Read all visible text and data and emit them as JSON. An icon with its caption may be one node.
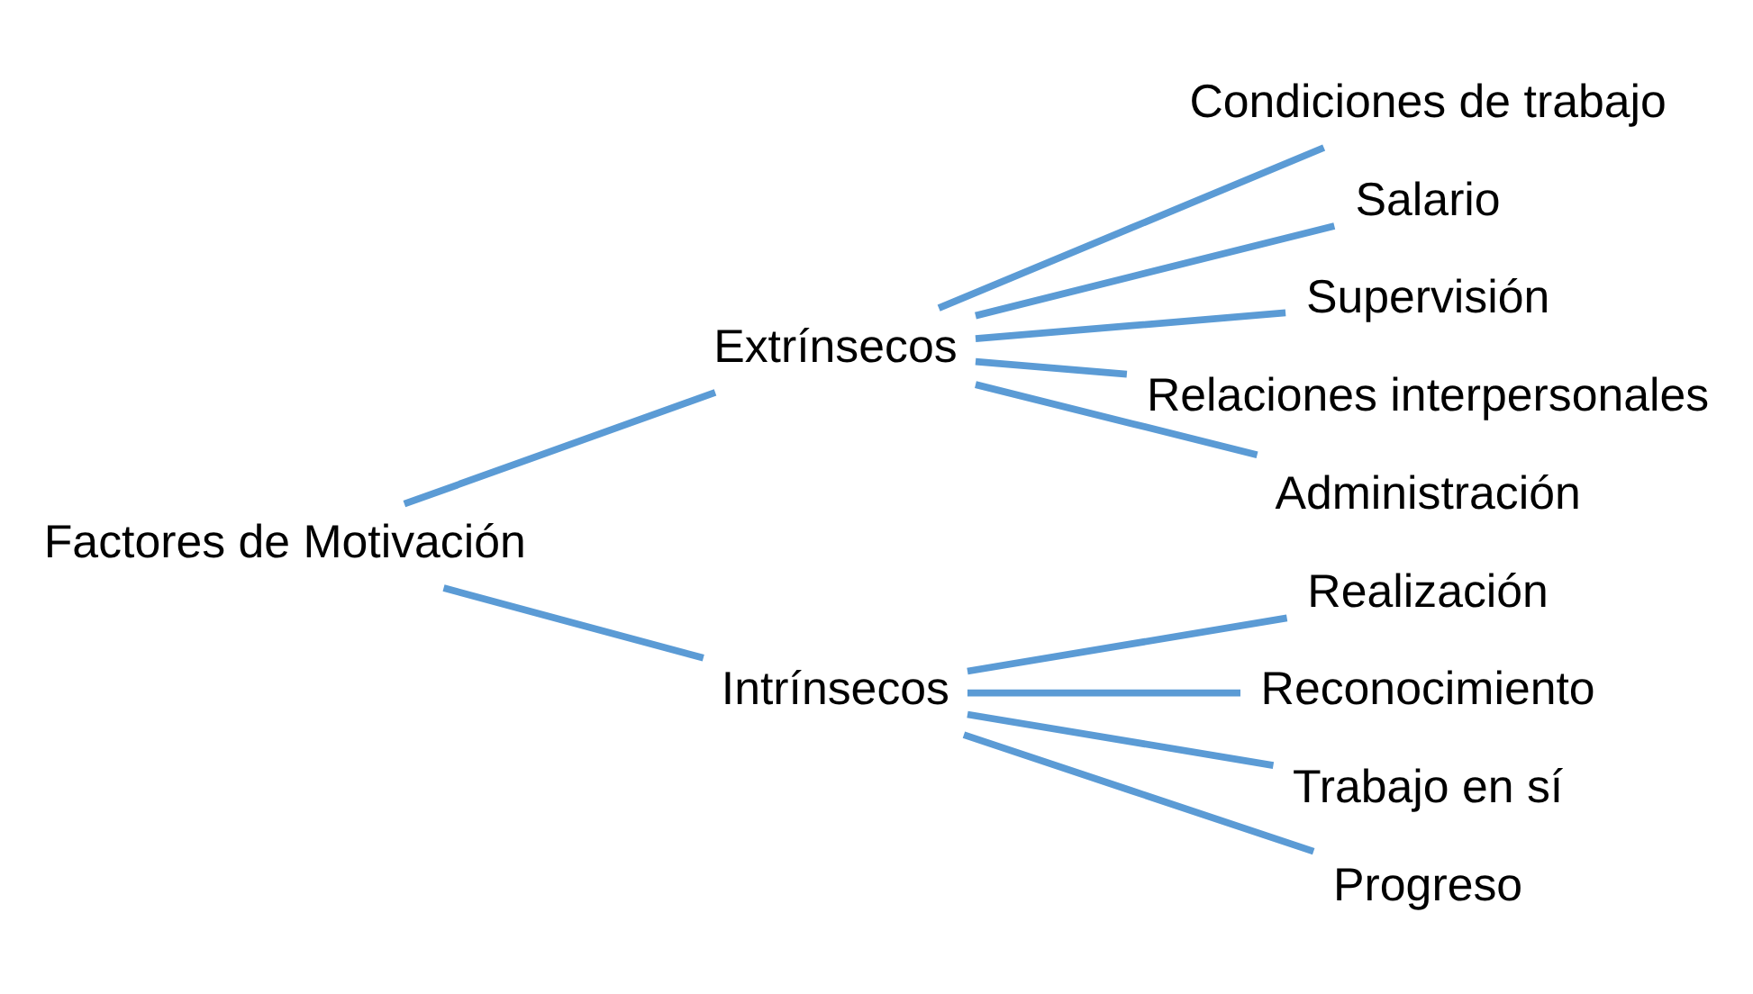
{
  "diagram": {
    "nodes": [
      {
        "text": [
          "Factores de Motivación"
        ]
      },
      {
        "text": [
          "Extrínsecos"
        ]
      },
      {
        "text": [
          "Condiciones de trabajo"
        ]
      },
      {
        "text": [
          "Salario"
        ]
      },
      {
        "text": [
          "Supervisión"
        ]
      },
      {
        "text": [
          "Relaciones interpersonales"
        ]
      },
      {
        "text": [
          "Administración"
        ]
      },
      {
        "text": [
          "Intrínsecos"
        ]
      },
      {
        "text": [
          "Realización"
        ]
      },
      {
        "text": [
          "Reconocimiento"
        ]
      },
      {
        "text": [
          "Trabajo en sí"
        ]
      },
      {
        "text": [
          "Progreso"
        ]
      }
    ],
    "edges": [
      {
        "from": 0,
        "to": 1,
        "arrow": "none"
      },
      {
        "from": 0,
        "to": 7,
        "arrow": "none"
      },
      {
        "from": 1,
        "to": 2,
        "arrow": "none"
      },
      {
        "from": 1,
        "to": 3,
        "arrow": "none"
      },
      {
        "from": 1,
        "to": 4,
        "arrow": "none"
      },
      {
        "from": 1,
        "to": 5,
        "arrow": "none"
      },
      {
        "from": 1,
        "to": 6,
        "arrow": "none"
      },
      {
        "from": 7,
        "to": 8,
        "arrow": "none"
      },
      {
        "from": 7,
        "to": 9,
        "arrow": "none"
      },
      {
        "from": 7,
        "to": 10,
        "arrow": "none"
      },
      {
        "from": 7,
        "to": 11,
        "arrow": "none"
      }
    ]
  }
}
